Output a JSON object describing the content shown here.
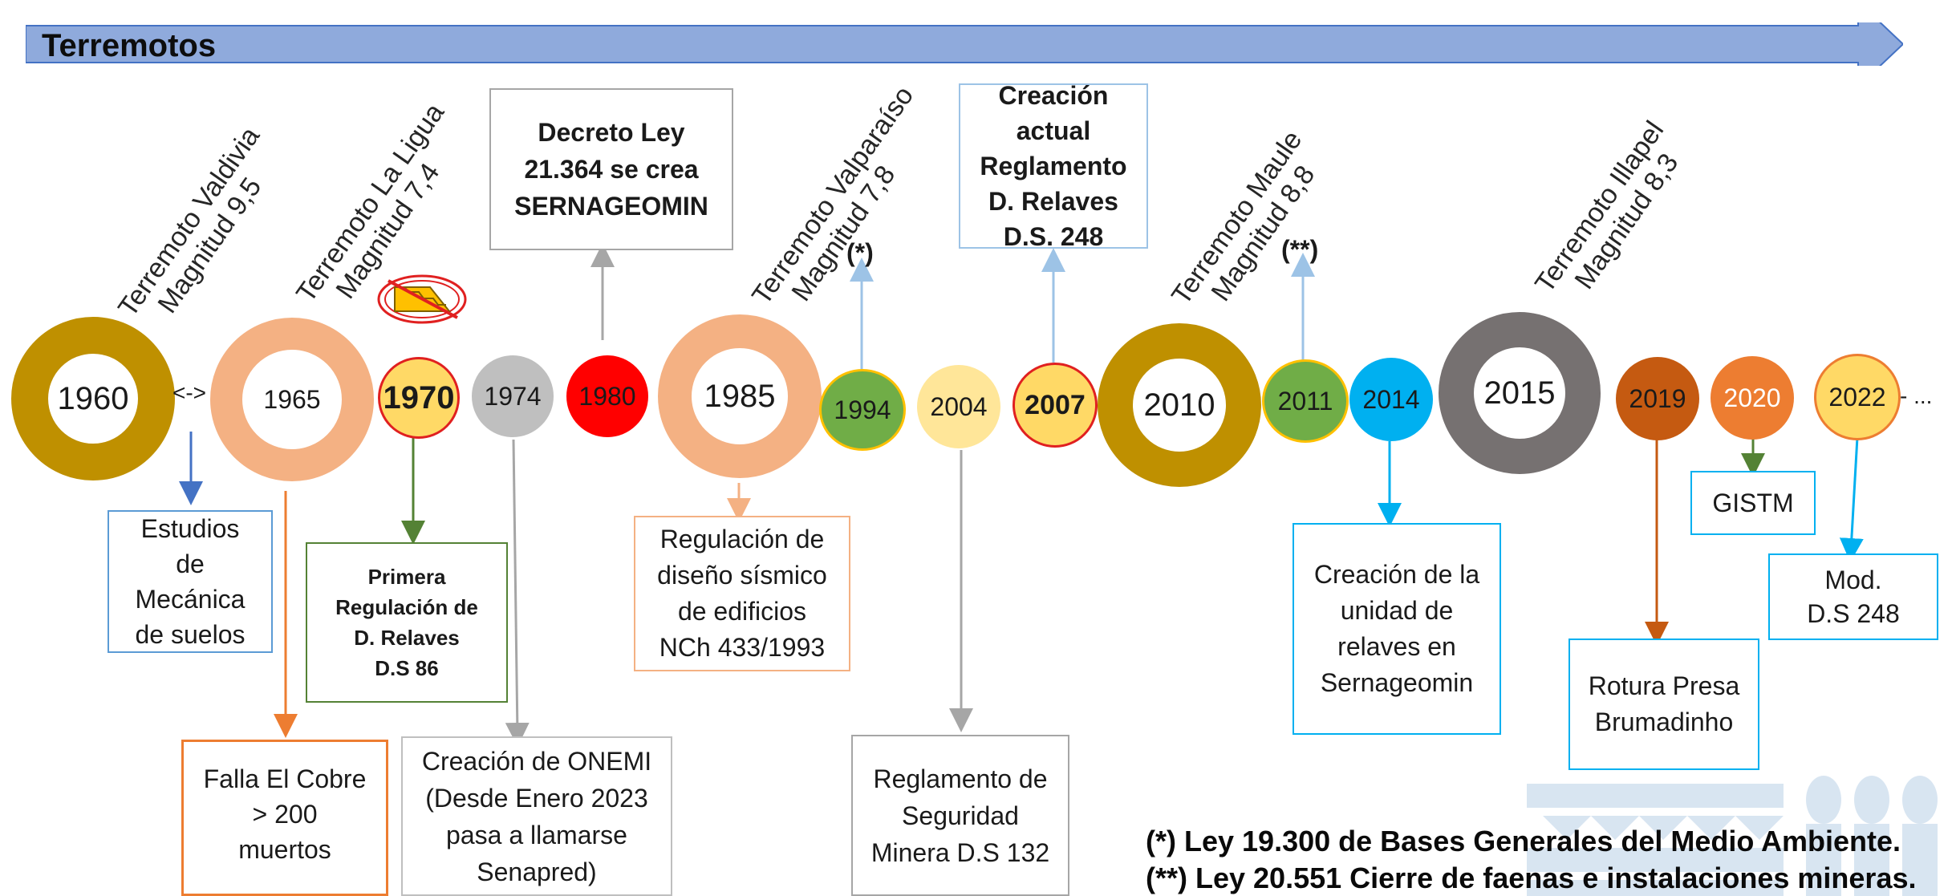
{
  "banner": {
    "title": "Terremotos",
    "color": "#8FAADC"
  },
  "years": {
    "y1960": "1960",
    "y1965": "1965",
    "y1970": "1970",
    "y1974": "1974",
    "y1980": "1980",
    "y1985": "1985",
    "y1994": "1994",
    "y2004": "2004",
    "y2007": "2007",
    "y2010": "2010",
    "y2011": "2011",
    "y2014": "2014",
    "y2015": "2015",
    "y2019": "2019",
    "y2020": "2020",
    "y2022": "2022",
    "ellipsis": "..."
  },
  "between_1960_1965": "<->",
  "earthquakes": {
    "valdivia": {
      "line1": "Terremoto Valdivia",
      "line2": "Magnitud 9,5"
    },
    "laligua": {
      "line1": "Terremoto La Ligua",
      "line2": "Magnitud 7,4"
    },
    "valparaiso": {
      "line1": "Terremoto Valparaíso",
      "line2": "Magnitud 7,8"
    },
    "maule": {
      "line1": "Terremoto Maule",
      "line2": "Magnitud 8,8"
    },
    "illapel": {
      "line1": "Terremoto Illapel",
      "line2": "Magnitud 8,3"
    }
  },
  "marks": {
    "star1": "(*)",
    "star2": "(**)"
  },
  "boxes": {
    "estudios": [
      "Estudios",
      "de",
      "Mecánica",
      "de suelos"
    ],
    "falla": [
      "Falla El Cobre",
      "> 200",
      "muertos"
    ],
    "primera": [
      "Primera",
      "Regulación de",
      "D. Relaves",
      "D.S 86"
    ],
    "onemi": [
      "Creación de ONEMI",
      "(Desde Enero 2023",
      "pasa a llamarse",
      "Senapred)"
    ],
    "decreto": [
      "Decreto Ley",
      "21.364 se crea",
      "SERNAGEOMIN"
    ],
    "sismico": [
      "Regulación de",
      "diseño sísmico",
      "de edificios",
      "NCh 433/1993"
    ],
    "seguridad": [
      "Reglamento de",
      "Seguridad",
      "Minera D.S 132"
    ],
    "creacion_reglamento": [
      "Creación",
      "actual",
      "Reglamento",
      "D. Relaves",
      "D.S. 248"
    ],
    "unidad": [
      "Creación de la",
      "unidad de",
      "relaves en",
      "Sernageomin"
    ],
    "rotura": [
      "Rotura Presa",
      "Brumadinho"
    ],
    "gistm": [
      "GISTM"
    ],
    "mod": [
      "Mod.",
      "D.S 248"
    ]
  },
  "footnotes": {
    "f1": "(*)   Ley 19.300 de Bases Generales del Medio Ambiente.",
    "f2": "(**) Ley 20.551 Cierre de faenas e instalaciones mineras."
  },
  "icons": {
    "no_tailings": "no-tailings-dam-icon",
    "watermark": "institution-logo-icon"
  },
  "colors": {
    "gold": "#BF9000",
    "salmon": "#F4B183",
    "yellow": "#FFD966",
    "red_border": "#E02020",
    "gray": "#BFBFBF",
    "red": "#FF0000",
    "green": "#70AD47",
    "lightyellow": "#FFE699",
    "cyan": "#00B0F0",
    "darkgray": "#767171",
    "brown": "#C55A11",
    "orange": "#ED7D31",
    "blue_arrow": "#4472C4",
    "box_blue": "#5B9BD5",
    "box_green": "#548235",
    "box_cyan": "#00B0F0"
  }
}
